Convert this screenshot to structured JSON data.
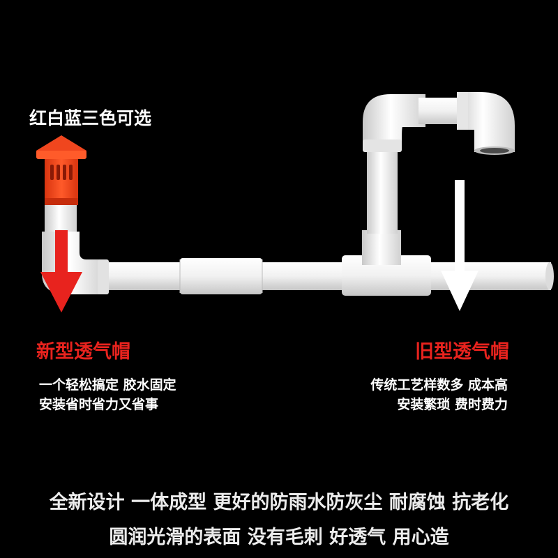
{
  "tagline": "红白蓝三色可选",
  "new_cap": {
    "title": "新型透气帽",
    "desc": [
      "一个轻松搞定 胶水固定",
      "安装省时省力又省事"
    ]
  },
  "old_cap": {
    "title": "旧型透气帽",
    "desc": [
      "传统工艺样数多 成本高",
      "安装繁琐 费时费力"
    ]
  },
  "footer": [
    "全新设计 一体成型 更好的防雨水防灰尘 耐腐蚀 抗老化",
    "圆润光滑的表面 没有毛刺 好透气 用心造"
  ],
  "colors": {
    "background": "#000000",
    "accent_red": "#e8231e",
    "cap_orange": "#f0461e",
    "pipe_white": "#f2f2f2",
    "arrow_white": "#ffffff"
  },
  "icons": [
    "arrow-down-red-icon",
    "arrow-down-white-icon"
  ]
}
